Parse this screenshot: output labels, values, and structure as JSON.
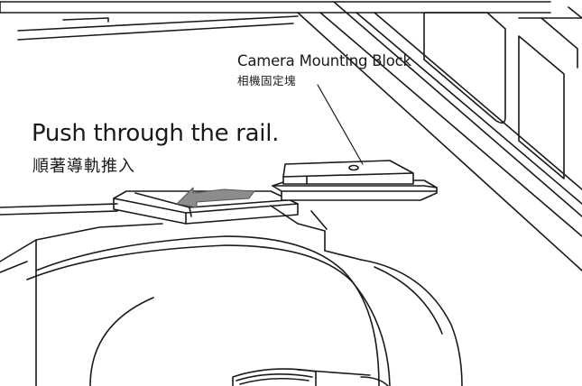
{
  "part_label": {
    "name_en": "Camera Mounting Block",
    "name_zh": "相機固定塊"
  },
  "instruction": {
    "text_en": "Push through the rail.",
    "text_zh": "順著導軌推入"
  },
  "colors": {
    "line": "#1a1a1a",
    "paper": "#ffffff",
    "arrow": "#8c8c8c"
  },
  "icons": {
    "direction_arrow": "push-arrow-icon"
  }
}
